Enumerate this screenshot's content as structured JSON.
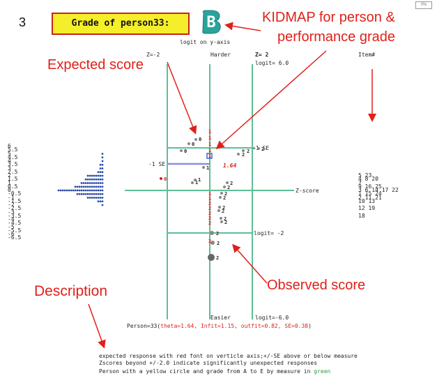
{
  "panel_number": "3",
  "grade_label": "Grade of person33:",
  "grade_letter": "B",
  "corner_tag": "0%",
  "y_axis_caption": "logit on y-axis",
  "annotations": {
    "kidmap_line1": "KIDMAP for person &",
    "kidmap_line2": "performance grade",
    "expected": "Expected score",
    "observed": "Observed score",
    "description": "Description"
  },
  "headers": {
    "z_minus": "Z=-2",
    "harder": "Harder",
    "z_plus": "Z= 2",
    "logit_top": "logit= 6.0",
    "item_num": "Item#"
  },
  "labels": {
    "minus_se": "-1 SE",
    "plus_se": "+1 SE",
    "theta_value": "1.64",
    "z_score": "Z-score",
    "logit_minus2": "logit= -2",
    "easier": "Easier",
    "logit_bottom": "logit=-6.0"
  },
  "y_ticks": [
    "6",
    "5.5",
    "5",
    "4.5",
    "4",
    "3.5",
    "3",
    "2.5",
    "2",
    "1.5",
    "1",
    "0.5",
    "0",
    "-0.5",
    "-1",
    "-1.5",
    "-2",
    "-2.5",
    "-3",
    "-3.5",
    "-4",
    "-4.5",
    "-5",
    "-5.5",
    "-6",
    "-6.5"
  ],
  "item_rows": [
    {
      "logit": 2,
      "text": "5 23"
    },
    {
      "logit": 1.5,
      "text": "4 8 20"
    },
    {
      "logit": 1,
      "text": "7"
    },
    {
      "logit": 0.5,
      "text": "9 16 25"
    },
    {
      "logit": 0,
      "text": "3 6 14 17 22"
    },
    {
      "logit": -0.5,
      "text": "1 15 24"
    },
    {
      "logit": -1,
      "text": "2 11 21"
    },
    {
      "logit": -1.5,
      "text": "10 13"
    },
    {
      "logit": -2.5,
      "text": "12 19"
    },
    {
      "logit": -3.5,
      "text": "18"
    }
  ],
  "distribution_counts": [
    {
      "logit": 5,
      "count": 1
    },
    {
      "logit": 4.5,
      "count": 1
    },
    {
      "logit": 4,
      "count": 1
    },
    {
      "logit": 3.5,
      "count": 2
    },
    {
      "logit": 3,
      "count": 2
    },
    {
      "logit": 2.5,
      "count": 3
    },
    {
      "logit": 2,
      "count": 8
    },
    {
      "logit": 1.5,
      "count": 9
    },
    {
      "logit": 1,
      "count": 11
    },
    {
      "logit": 0.5,
      "count": 14
    },
    {
      "logit": 0,
      "count": 22
    },
    {
      "logit": -0.5,
      "count": 13
    },
    {
      "logit": -1,
      "count": 8
    },
    {
      "logit": -1.5,
      "count": 3
    },
    {
      "logit": -2,
      "count": 1
    }
  ],
  "footer": {
    "person_prefix": "Person=33(",
    "person_stats": "theta=1.64, Infit=1.15, outfit=0.82, SE=0.38",
    "person_suffix": ")",
    "desc_line1": "expected response with red font on verticle axis;+/-SE above or below measure",
    "desc_line2": "Zscores beyond +/-2.0 indicate significantly unexpected responses",
    "desc_line3_pre": "Person with a yellow circle and grade from A to E by measure in",
    "desc_line3_green": "green"
  },
  "colors": {
    "annotation": "#e0201a",
    "axis_green": "#5cbf96",
    "dots": "#2a4aa8",
    "se_bar": "#8a8ee0",
    "grade_bg": "#f5ee2a",
    "logo": "#2aa39a"
  }
}
